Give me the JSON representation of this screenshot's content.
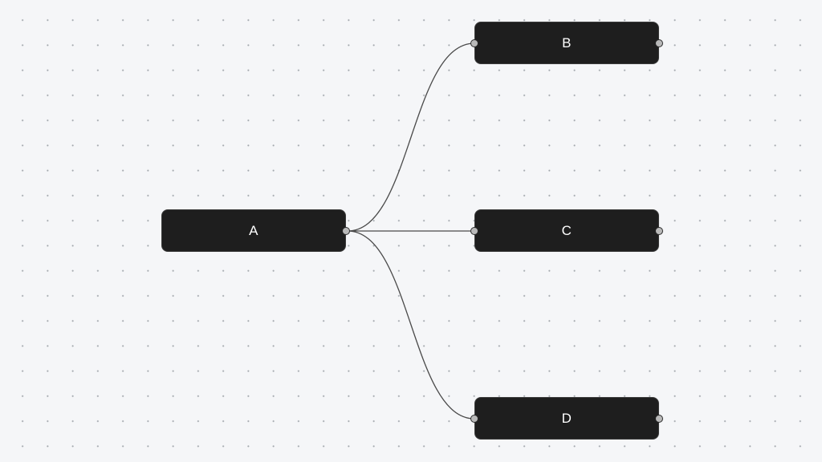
{
  "nodes": [
    {
      "id": "a",
      "label": "A"
    },
    {
      "id": "b",
      "label": "B"
    },
    {
      "id": "c",
      "label": "C"
    },
    {
      "id": "d",
      "label": "D"
    }
  ],
  "edges": [
    {
      "from": "a",
      "to": "b"
    },
    {
      "from": "a",
      "to": "c"
    },
    {
      "from": "a",
      "to": "d"
    }
  ],
  "colors": {
    "canvas_background": "#f5f6f8",
    "grid_dot": "#a3a8ad",
    "node_background": "#1e1e1e",
    "node_text": "#ffffff",
    "edge_stroke": "#4a4a4a",
    "handle_fill": "#b9b9b9"
  }
}
